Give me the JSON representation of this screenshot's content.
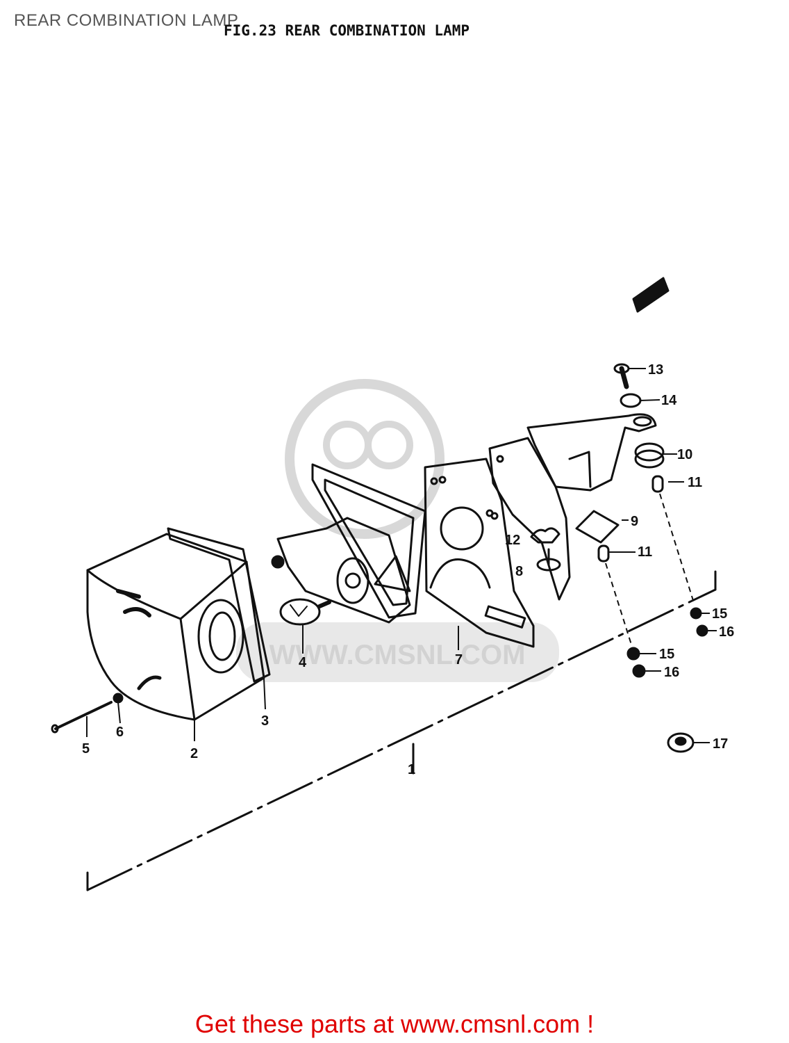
{
  "header": {
    "page_title": "REAR COMBINATION LAMP",
    "figure_title": "FIG.23  REAR COMBINATION LAMP"
  },
  "watermark": {
    "text": "WWW.CMSNL.COM"
  },
  "callouts": {
    "p1": "1",
    "p2": "2",
    "p3": "3",
    "p4": "4",
    "p5": "5",
    "p6": "6",
    "p7": "7",
    "p8": "8",
    "p9": "9",
    "p10": "10",
    "p11a": "11",
    "p11b": "11",
    "p12": "12",
    "p13": "13",
    "p14": "14",
    "p15a": "15",
    "p15b": "15",
    "p16a": "16",
    "p16b": "16",
    "p17": "17"
  },
  "footer": {
    "text": "Get these parts at www.cmsnl.com !"
  },
  "colors": {
    "footer": "#e00000",
    "line_art": "#111111",
    "watermark": "#d2d2d2",
    "title": "#555555"
  }
}
